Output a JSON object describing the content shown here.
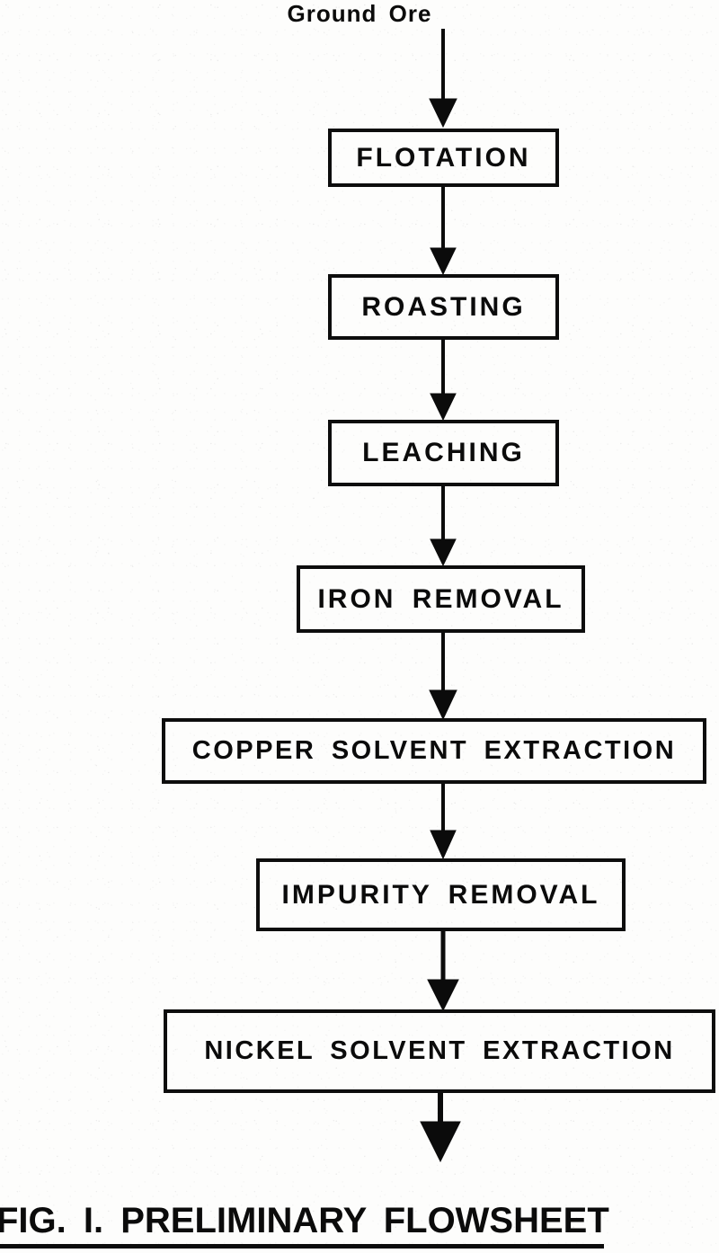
{
  "figure": {
    "source_label": "Ground Ore",
    "caption": "FIG. I. PRELIMINARY  FLOWSHEET",
    "ink_color": "#0b0b0b",
    "paper_color": "#fdfdfc"
  },
  "chart_data": {
    "type": "diagram",
    "title": "FIG. I. PRELIMINARY  FLOWSHEET",
    "diagram_kind": "process-flowsheet",
    "orientation": "top-to-bottom",
    "input": "Ground Ore",
    "nodes": [
      {
        "id": "flotation",
        "label": "FLOTATION"
      },
      {
        "id": "roasting",
        "label": "ROASTING"
      },
      {
        "id": "leaching",
        "label": "LEACHING"
      },
      {
        "id": "iron-removal",
        "label": "IRON REMOVAL"
      },
      {
        "id": "copper-solvent-extraction",
        "label": "COPPER SOLVENT EXTRACTION"
      },
      {
        "id": "impurity-removal",
        "label": "IMPURITY REMOVAL"
      },
      {
        "id": "nickel-solvent-extraction",
        "label": "NICKEL SOLVENT EXTRACTION"
      }
    ],
    "edges": [
      {
        "from": "Ground Ore",
        "to": "FLOTATION"
      },
      {
        "from": "FLOTATION",
        "to": "ROASTING"
      },
      {
        "from": "ROASTING",
        "to": "LEACHING"
      },
      {
        "from": "LEACHING",
        "to": "IRON REMOVAL"
      },
      {
        "from": "IRON REMOVAL",
        "to": "COPPER SOLVENT EXTRACTION"
      },
      {
        "from": "COPPER SOLVENT EXTRACTION",
        "to": "IMPURITY REMOVAL"
      },
      {
        "from": "IMPURITY REMOVAL",
        "to": "NICKEL SOLVENT EXTRACTION"
      },
      {
        "from": "NICKEL SOLVENT EXTRACTION",
        "to": ""
      }
    ]
  }
}
